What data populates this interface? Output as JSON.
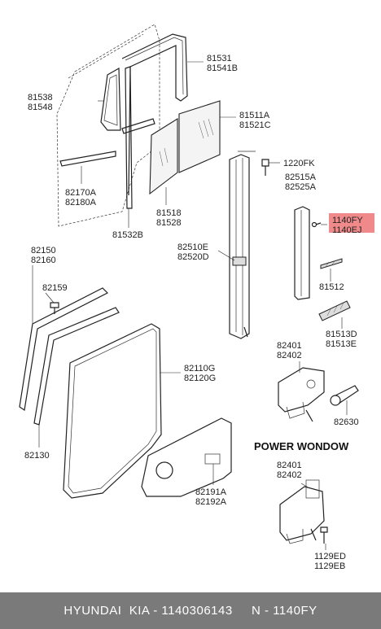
{
  "labels": {
    "p81531": "81531",
    "p81541B": "81541B",
    "p81538": "81538",
    "p81548": "81548",
    "p81511A": "81511A",
    "p81521C": "81521C",
    "p82170A": "82170A",
    "p82180A": "82180A",
    "p81518": "81518",
    "p81528": "81528",
    "p81532B": "81532B",
    "p1220FK": "1220FK",
    "p82515A": "82515A",
    "p82525A": "82525A",
    "p1140FY": "1140FY",
    "p1140EJ": "1140EJ",
    "p82510E": "82510E",
    "p82520D": "82520D",
    "p81512": "81512",
    "p81513D": "81513D",
    "p81513E": "81513E",
    "p82150": "82150",
    "p82160": "82160",
    "p82159": "82159",
    "p82110G": "82110G",
    "p82120G": "82120G",
    "p82401a": "82401",
    "p82402a": "82402",
    "p82630": "82630",
    "p82130": "82130",
    "p82191A": "82191A",
    "p82192A": "82192A",
    "p82401b": "82401",
    "p82402b": "82402",
    "p1129ED": "1129ED",
    "p1129EB": "1129EB"
  },
  "section_title": "POWER WONDOW",
  "highlight_color": "#f08a8a",
  "footer": {
    "text": "HYUNDAI  KIA - 1140306143     N - 1140FY"
  }
}
